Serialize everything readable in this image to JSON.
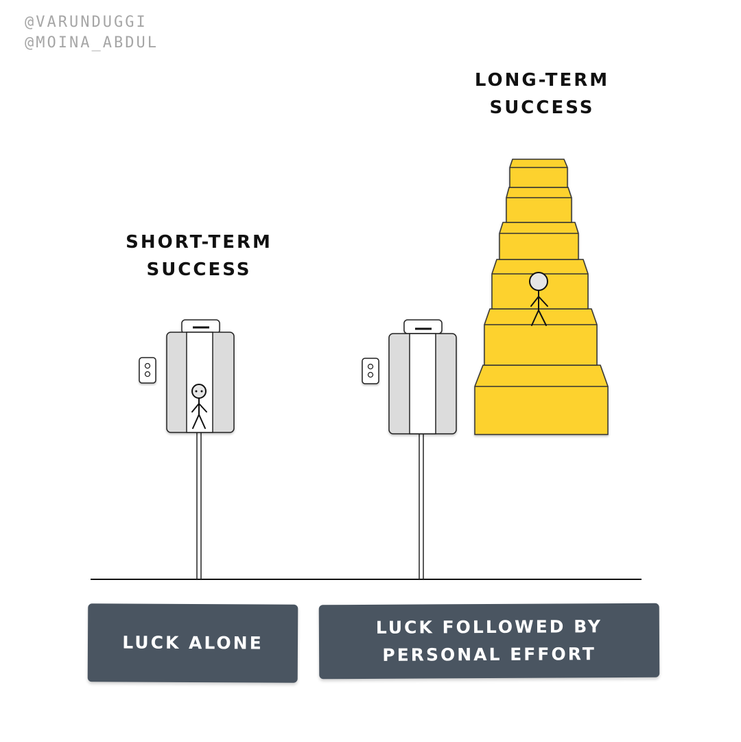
{
  "credits": {
    "line1": "@VARUNDUGGI",
    "line2": "@MOINA_ABDUL"
  },
  "headings": {
    "short_term": {
      "line1": "SHORT-TERM",
      "line2": "SUCCESS"
    },
    "long_term": {
      "line1": "LONG-TERM",
      "line2": "SUCCESS"
    }
  },
  "labels": {
    "left": "LUCK ALONE",
    "right": {
      "line1": "LUCK FOLLOWED BY",
      "line2": "PERSONAL EFFORT"
    }
  },
  "colors": {
    "label_bg": "#4a5561",
    "label_text": "#ffffff",
    "stairs_fill": "#fdd22f",
    "elevator_fill": "#dcdcdc",
    "credit_text": "#a6a6a6"
  },
  "icons": {
    "elevator": "elevator-icon",
    "stairs": "staircase-icon",
    "person": "stick-figure-icon"
  }
}
